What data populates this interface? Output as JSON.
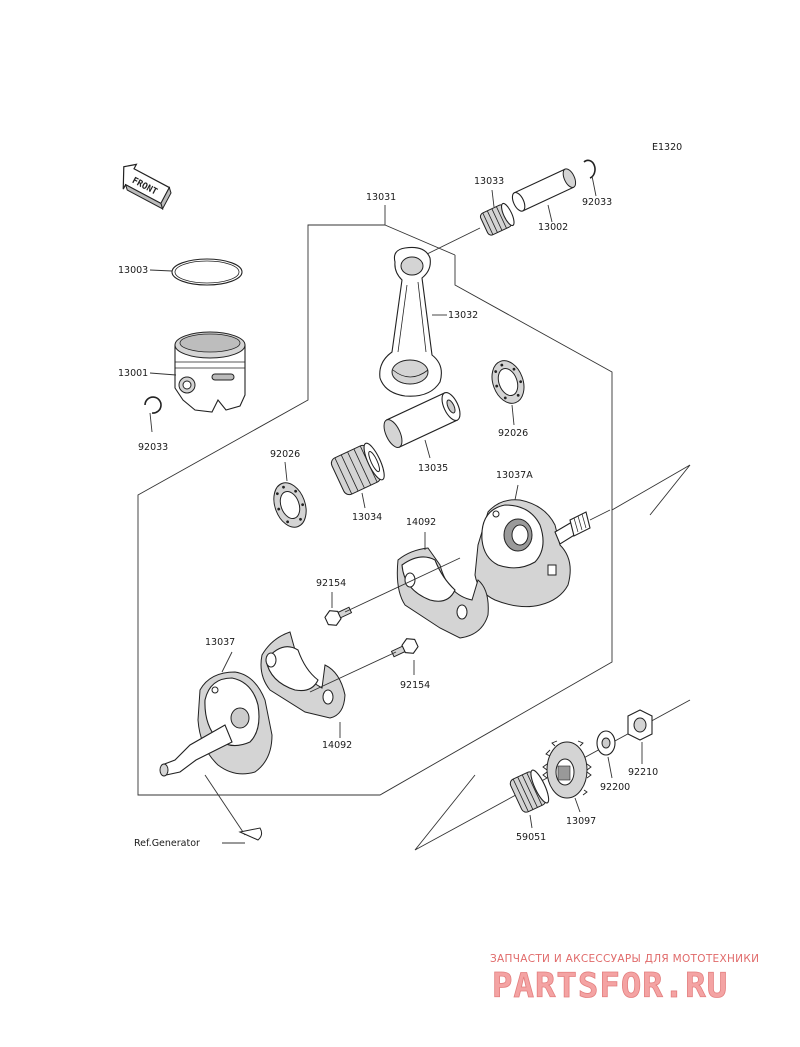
{
  "diagram": {
    "code": "E1320",
    "front_label": "FRONT",
    "ref_label": "Ref.Generator",
    "callouts": [
      {
        "id": "c13003",
        "text": "13003"
      },
      {
        "id": "c13001",
        "text": "13001"
      },
      {
        "id": "c92033a",
        "text": "92033"
      },
      {
        "id": "c13031",
        "text": "13031"
      },
      {
        "id": "c13033",
        "text": "13033"
      },
      {
        "id": "c13002",
        "text": "13002"
      },
      {
        "id": "c92033b",
        "text": "92033"
      },
      {
        "id": "c13032",
        "text": "13032"
      },
      {
        "id": "c92026a",
        "text": "92026"
      },
      {
        "id": "c13035",
        "text": "13035"
      },
      {
        "id": "c92026b",
        "text": "92026"
      },
      {
        "id": "c13034",
        "text": "13034"
      },
      {
        "id": "c13037A",
        "text": "13037A"
      },
      {
        "id": "c14092a",
        "text": "14092"
      },
      {
        "id": "c92154a",
        "text": "92154"
      },
      {
        "id": "c13037",
        "text": "13037"
      },
      {
        "id": "c92154b",
        "text": "92154"
      },
      {
        "id": "c14092b",
        "text": "14092"
      },
      {
        "id": "c92210",
        "text": "92210"
      },
      {
        "id": "c92200",
        "text": "92200"
      },
      {
        "id": "c13097",
        "text": "13097"
      },
      {
        "id": "c59051",
        "text": "59051"
      }
    ]
  },
  "watermark": {
    "line1": "ЗАПЧАСТИ И АКСЕССУАРЫ ДЛЯ МОТОТЕХНИКИ",
    "line2": "PARTSFOR.RU"
  },
  "colors": {
    "line": "#333333",
    "watermark": "#e06a6a"
  }
}
